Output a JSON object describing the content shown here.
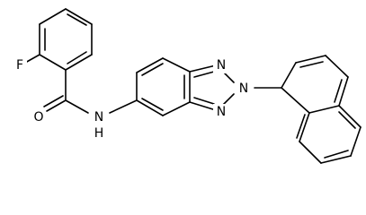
{
  "molecule": {
    "atom_labels": {
      "fluorine": "F",
      "oxygen": "O",
      "amide_nitrogen": "N",
      "amide_hydrogen": "H",
      "triazole_n1": "N",
      "triazole_n2": "N",
      "triazole_n3": "N"
    },
    "colors": {
      "bond": "#000000",
      "label": "#000000",
      "background": "#ffffff"
    }
  }
}
